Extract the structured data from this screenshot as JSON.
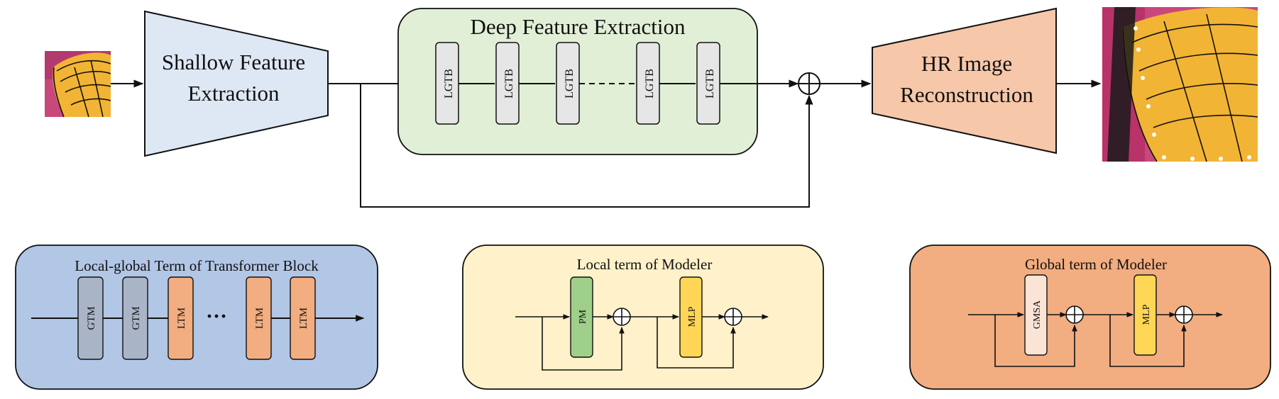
{
  "top": {
    "shallow_line1": "Shallow Feature",
    "shallow_line2": "Extraction",
    "deep_title": "Deep Feature Extraction",
    "lgtb_labels": [
      "LGTB",
      "LGTB",
      "LGTB",
      "LGTB",
      "LGTB"
    ],
    "hr_line1": "HR Image",
    "hr_line2": "Reconstruction"
  },
  "panels": {
    "lgtb": {
      "title": "Local-global Term of Transformer Block",
      "blocks": [
        "GTM",
        "GTM",
        "LTM",
        "LTM",
        "LTM"
      ],
      "ellipsis": "···"
    },
    "local": {
      "title": "Local term of Modeler",
      "block1": "PM",
      "block2": "MLP"
    },
    "global": {
      "title": "Global term of Modeler",
      "block1": "GMSA",
      "block2": "MLP"
    }
  },
  "colors": {
    "shallow_fill": "#dde8f4",
    "deep_fill": "#e1efd6",
    "lgtb_fill": "#e6e6e6",
    "hr_fill": "#f7c7a9",
    "panel1_fill": "#b2c6e6",
    "panel2_fill": "#fff1c9",
    "panel3_fill": "#f2ad80",
    "gtm_fill": "#aab4c7",
    "ltm_fill": "#f2ad80",
    "pm_fill": "#9fcf8a",
    "mlp_fill": "#ffd655",
    "gmsa_fill": "#fbe4d6"
  },
  "icons": [
    "butterfly-input-image",
    "butterfly-output-image"
  ]
}
